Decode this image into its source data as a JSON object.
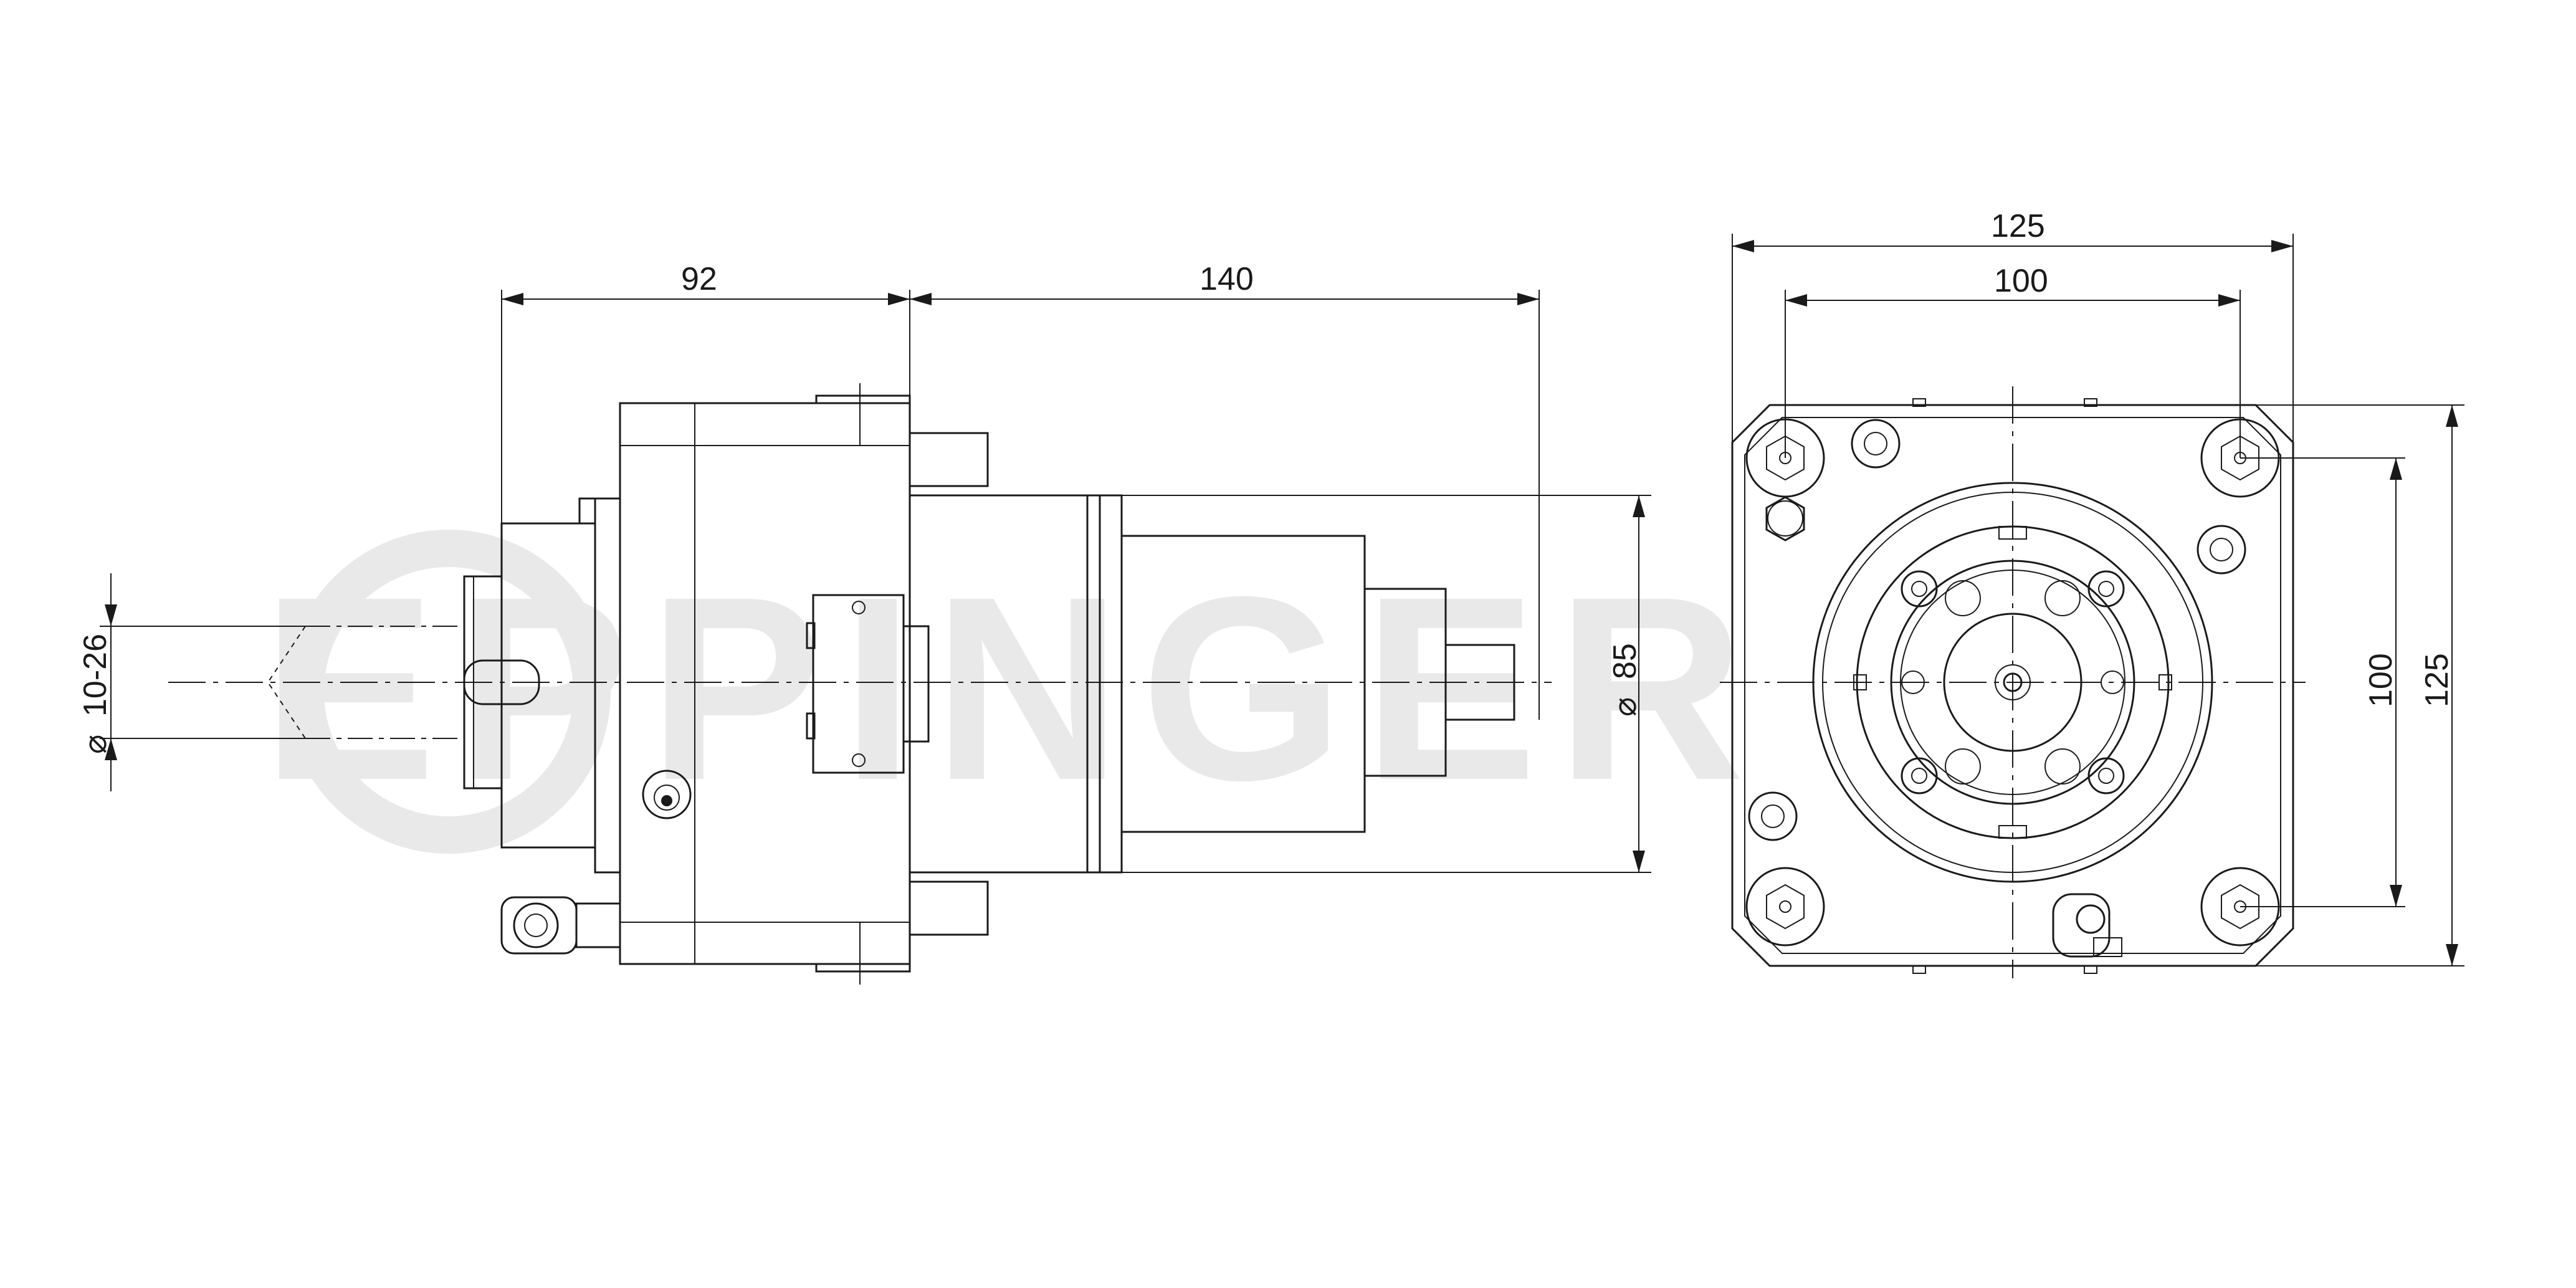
{
  "watermark": {
    "text": "EPPINGER"
  },
  "side_view": {
    "dim_92": "92",
    "dim_140": "140",
    "dim_dia85": "85",
    "dim_dia10_26": "10-26",
    "dia_symbol": "⌀"
  },
  "front_view": {
    "dim_125_top": "125",
    "dim_100_top": "100",
    "dim_100_right": "100",
    "dim_125_right": "125"
  }
}
